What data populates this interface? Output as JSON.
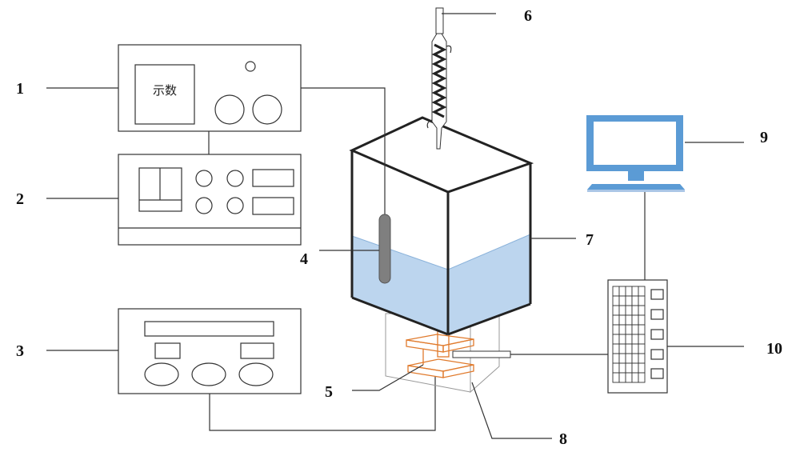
{
  "labels": {
    "l1": "1",
    "l2": "2",
    "l3": "3",
    "l4": "4",
    "l5": "5",
    "l6": "6",
    "l7": "7",
    "l8": "8",
    "l9": "9",
    "l10": "10"
  },
  "instrument_1": {
    "display_text": "示数"
  },
  "colors": {
    "water": "#bcd5ee",
    "monitor": "#5b9bd5",
    "heater": "#e07a2c",
    "probe": "#7f7f7f"
  }
}
